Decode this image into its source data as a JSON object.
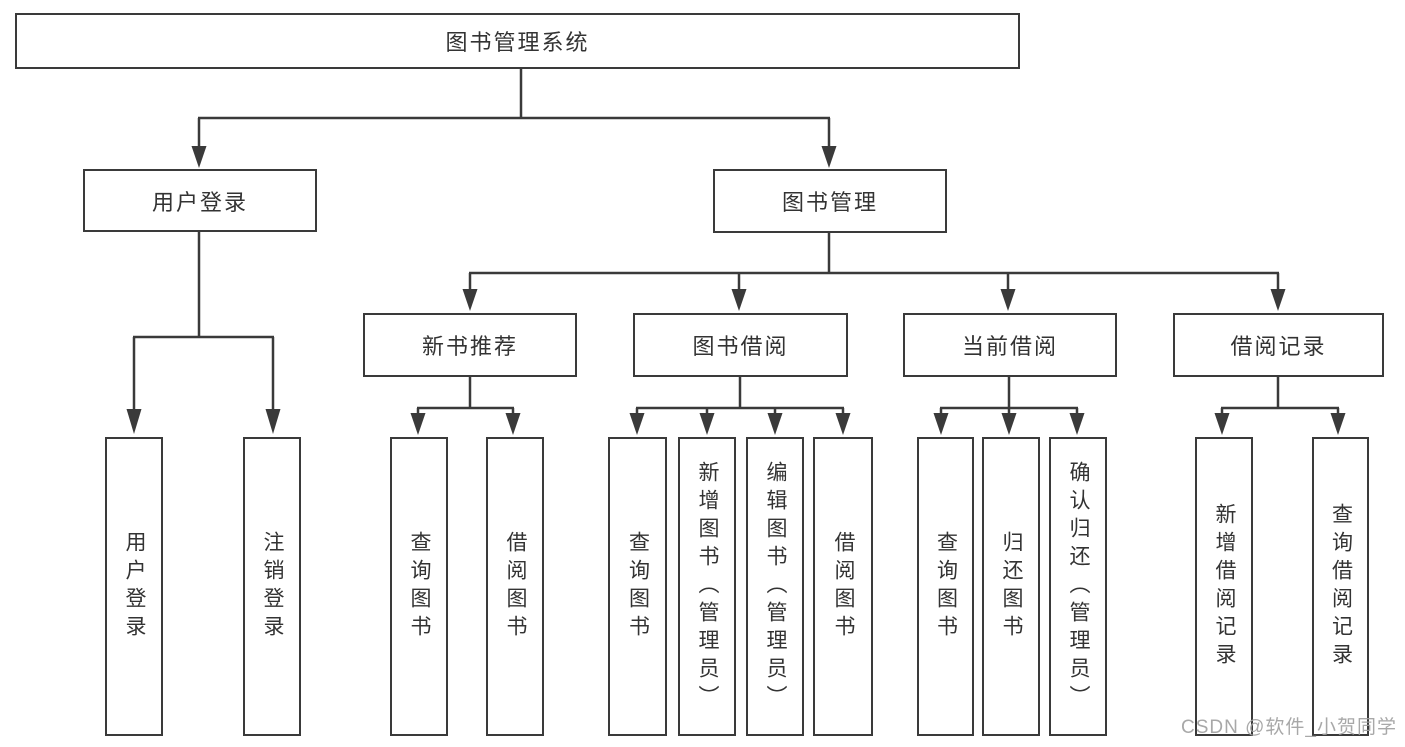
{
  "diagram_title": "图书管理系统",
  "watermark": {
    "text": "CSDN @软件_小贺同学",
    "color": "#9e9e9e"
  },
  "colors": {
    "line": "#3a3a3a",
    "box_border": "#3a3a3a",
    "text": "#333333",
    "background": "#ffffff"
  },
  "tree": {
    "label": "图书管理系统",
    "children": [
      {
        "label": "用户登录",
        "children": [
          {
            "label": "用户登录"
          },
          {
            "label": "注销登录"
          }
        ]
      },
      {
        "label": "图书管理",
        "children": [
          {
            "label": "新书推荐",
            "children": [
              {
                "label": "查询图书"
              },
              {
                "label": "借阅图书"
              }
            ]
          },
          {
            "label": "图书借阅",
            "children": [
              {
                "label": "查询图书"
              },
              {
                "label": "新增图书（管理员）"
              },
              {
                "label": "编辑图书（管理员）"
              },
              {
                "label": "借阅图书"
              }
            ]
          },
          {
            "label": "当前借阅",
            "children": [
              {
                "label": "查询图书"
              },
              {
                "label": "归还图书"
              },
              {
                "label": "确认归还（管理员）"
              }
            ]
          },
          {
            "label": "借阅记录",
            "children": [
              {
                "label": "新增借阅记录"
              },
              {
                "label": "查询借阅记录"
              }
            ]
          }
        ]
      }
    ]
  }
}
